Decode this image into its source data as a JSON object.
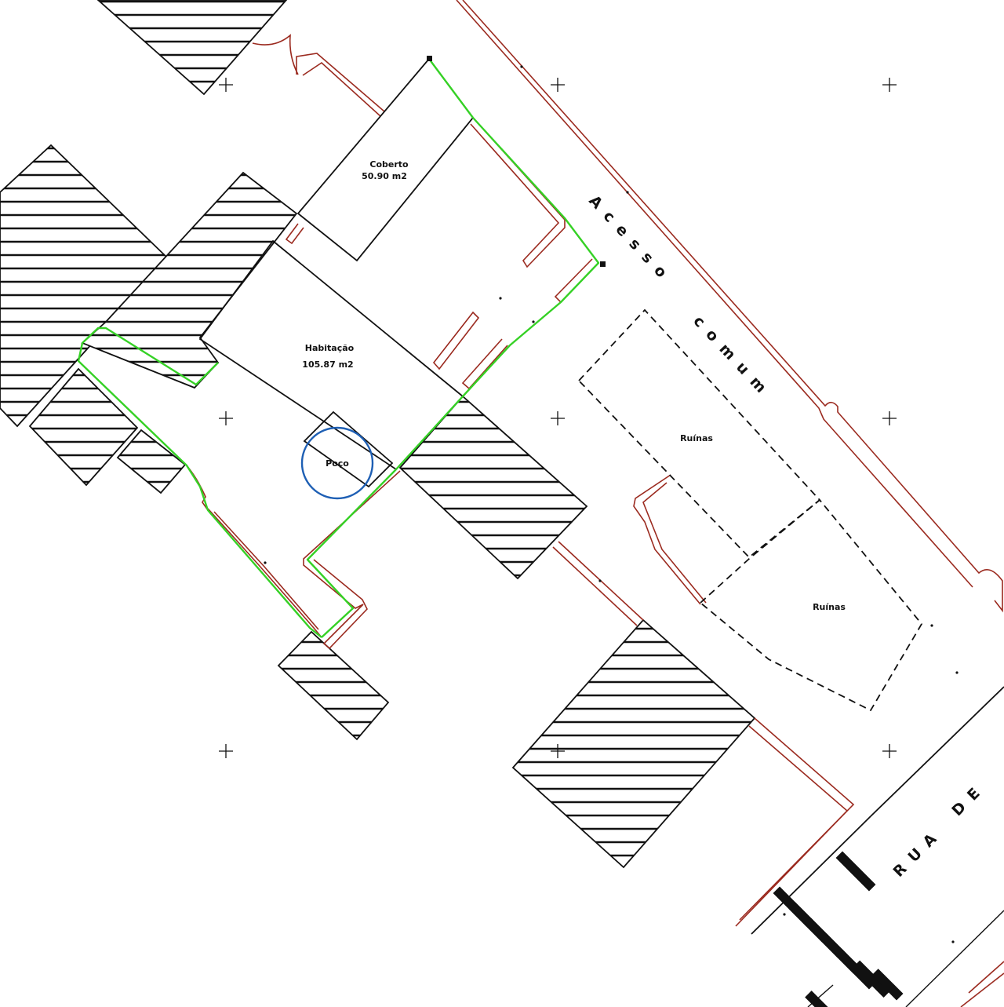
{
  "labels": {
    "coberto_name": "Coberto",
    "coberto_area": "50.90  m2",
    "habitacao_name": "Habitação",
    "habitacao_area": "105.87  m2",
    "poco": "Poço",
    "ruinas_1": "Ruínas",
    "ruinas_2": "Ruínas",
    "acesso": "Acesso",
    "comum": "comum",
    "rua_1": "RUA",
    "rua_2": "DE"
  },
  "colors": {
    "wall": "#9b2a1f",
    "boundary": "#35d125",
    "well": "#1e5fb4",
    "line": "#111111"
  }
}
